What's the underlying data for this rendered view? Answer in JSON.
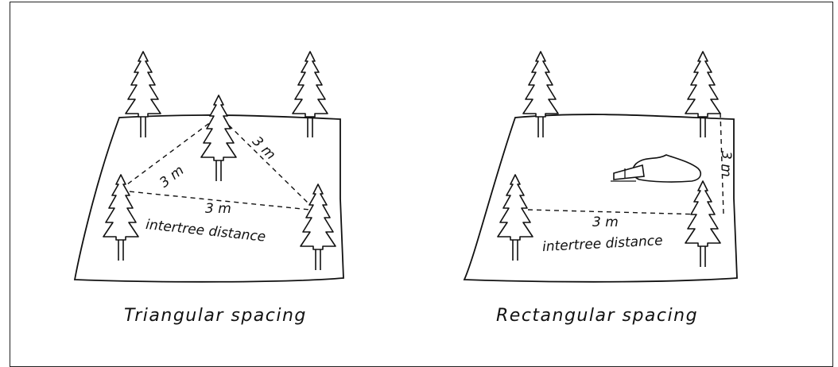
{
  "left_panel": {
    "caption": "Triangular spacing",
    "label_top_left": "3 m",
    "label_top_right": "3 m",
    "label_bottom_value": "3 m",
    "label_bottom_desc": "intertree distance"
  },
  "right_panel": {
    "caption": "Rectangular spacing",
    "label_vertical": "3 m",
    "label_bottom_value": "3 m",
    "label_bottom_desc": "intertree distance"
  }
}
